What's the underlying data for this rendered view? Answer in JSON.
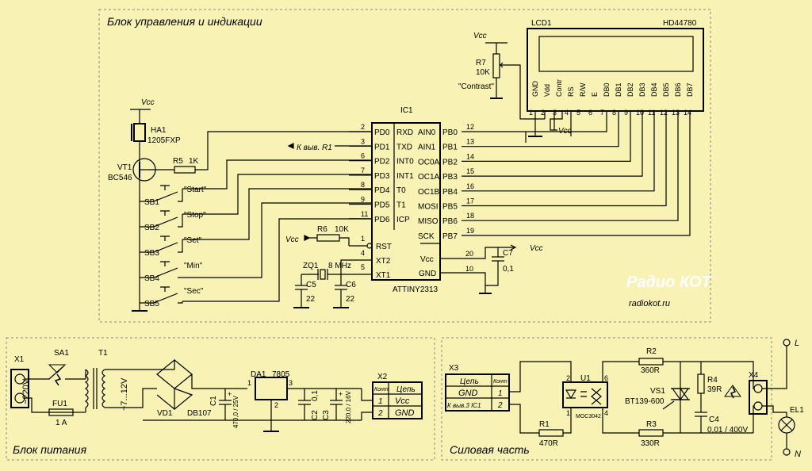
{
  "sections": {
    "control": "Блок управления и индикации",
    "power": "Блок питания",
    "output": "Силовая часть"
  },
  "lcd": {
    "ref": "LCD1",
    "model": "HD44780",
    "pin_labels": [
      "GND",
      "Vdd",
      "Contr",
      "RS",
      "R/W",
      "E",
      "DB0",
      "DB1",
      "DB2",
      "DB3",
      "DB4",
      "DB5",
      "DB6",
      "DB7"
    ],
    "pin_numbers": [
      "1",
      "2",
      "3",
      "4",
      "5",
      "6",
      "7",
      "8",
      "9",
      "10",
      "11",
      "12",
      "13",
      "14"
    ]
  },
  "contrast": {
    "vcc": "Vcc",
    "ref": "R7",
    "value": "10K",
    "label": "\"Contrast\"",
    "vcc2": "Vcc"
  },
  "mcu": {
    "ref": "IC1",
    "name": "ATTINY2313",
    "left_pins": [
      {
        "num": "2",
        "name": "PD0",
        "alt": "RXD"
      },
      {
        "num": "3",
        "name": "PD1",
        "alt": "TXD"
      },
      {
        "num": "6",
        "name": "PD2",
        "alt": "INT0"
      },
      {
        "num": "7",
        "name": "PD3",
        "alt": "INT1"
      },
      {
        "num": "8",
        "name": "PD4",
        "alt": "T0"
      },
      {
        "num": "9",
        "name": "PD5",
        "alt": "T1"
      },
      {
        "num": "11",
        "name": "PD6",
        "alt": "ICP"
      }
    ],
    "right_pins": [
      {
        "num": "12",
        "name": "PB0",
        "alt": "AIN0"
      },
      {
        "num": "13",
        "name": "PB1",
        "alt": "AIN1"
      },
      {
        "num": "14",
        "name": "PB2",
        "alt": "OC0A"
      },
      {
        "num": "15",
        "name": "PB3",
        "alt": "OC1A"
      },
      {
        "num": "16",
        "name": "PB4",
        "alt": "OC1B"
      },
      {
        "num": "17",
        "name": "PB5",
        "alt": "MOSI"
      },
      {
        "num": "18",
        "name": "PB6",
        "alt": "MISO"
      },
      {
        "num": "19",
        "name": "PB7",
        "alt": "SCK"
      }
    ],
    "rst": {
      "num": "1",
      "name": "RST"
    },
    "xt2": {
      "num": "4",
      "name": "XT2"
    },
    "xt1": {
      "num": "5",
      "name": "XT1"
    },
    "vcc": {
      "num": "20",
      "name": "Vcc"
    },
    "gnd": {
      "num": "10",
      "name": "GND"
    }
  },
  "r1_note": "К выв. R1",
  "buzzer": {
    "vcc": "Vcc",
    "ref": "HA1",
    "model": "1205FXP"
  },
  "transistor": {
    "ref": "VT1",
    "model": "BC546"
  },
  "r5": {
    "ref": "R5",
    "value": "1K"
  },
  "r6": {
    "vcc": "Vcc",
    "ref": "R6",
    "value": "10K"
  },
  "crystal": {
    "ref": "ZQ1",
    "freq": "8 MHz"
  },
  "c5": {
    "ref": "C5",
    "value": "22"
  },
  "c6": {
    "ref": "C6",
    "value": "22"
  },
  "c7": {
    "ref": "C7",
    "value": "0,1",
    "vcc": "Vcc"
  },
  "buttons": [
    {
      "ref": "SB1",
      "label": "\"Start\""
    },
    {
      "ref": "SB2",
      "label": "\"Stop\""
    },
    {
      "ref": "SB3",
      "label": "\"Set\""
    },
    {
      "ref": "SB4",
      "label": "\"Min\""
    },
    {
      "ref": "SB5",
      "label": "\"Sec\""
    }
  ],
  "watermark": {
    "title": "Радио КОТ",
    "url": "radiokot.ru"
  },
  "psu": {
    "x1": "X1",
    "mains": "~220V",
    "sa1": "SA1",
    "t1": "T1",
    "sec_v": "~7...12V",
    "fu1": "FU1",
    "fu1_val": "1 A",
    "vd1": "VD1",
    "bridge": "DB107",
    "c1": "C1",
    "c1_val": "470,0 / 25V",
    "da1": "DA1",
    "reg": "7805",
    "reg_pins": [
      "1",
      "2",
      "3"
    ],
    "c2": "C2",
    "c2_val": "0,1",
    "c3": "C3",
    "c3_val": "220,0 / 16V",
    "plus": "+",
    "x2": "X2",
    "x2_head": [
      "Конт",
      "Цепь"
    ],
    "x2_rows": [
      {
        "n": "1",
        "net": "Vcc"
      },
      {
        "n": "2",
        "net": "GND"
      }
    ]
  },
  "power_stage": {
    "x3": "X3",
    "x3_head": [
      "Цепь",
      "Конт"
    ],
    "x3_rows": [
      {
        "net": "GND",
        "n": "1"
      },
      {
        "net": "К выв.3 IC1",
        "n": "2"
      }
    ],
    "u1": "U1",
    "u1_model": "MOC3042",
    "u1_pins": [
      "2",
      "1",
      "6",
      "4"
    ],
    "r1": "R1",
    "r1_val": "470R",
    "r2": "R2",
    "r2_val": "360R",
    "r3": "R3",
    "r3_val": "330R",
    "vs1": "VS1",
    "vs1_model": "BT139-600",
    "r4": "R4",
    "r4_val": "39R",
    "c4": "C4",
    "c4_val": "0,01 / 400V",
    "x4": "X4",
    "L": "L",
    "N": "N",
    "el1": "EL1"
  }
}
